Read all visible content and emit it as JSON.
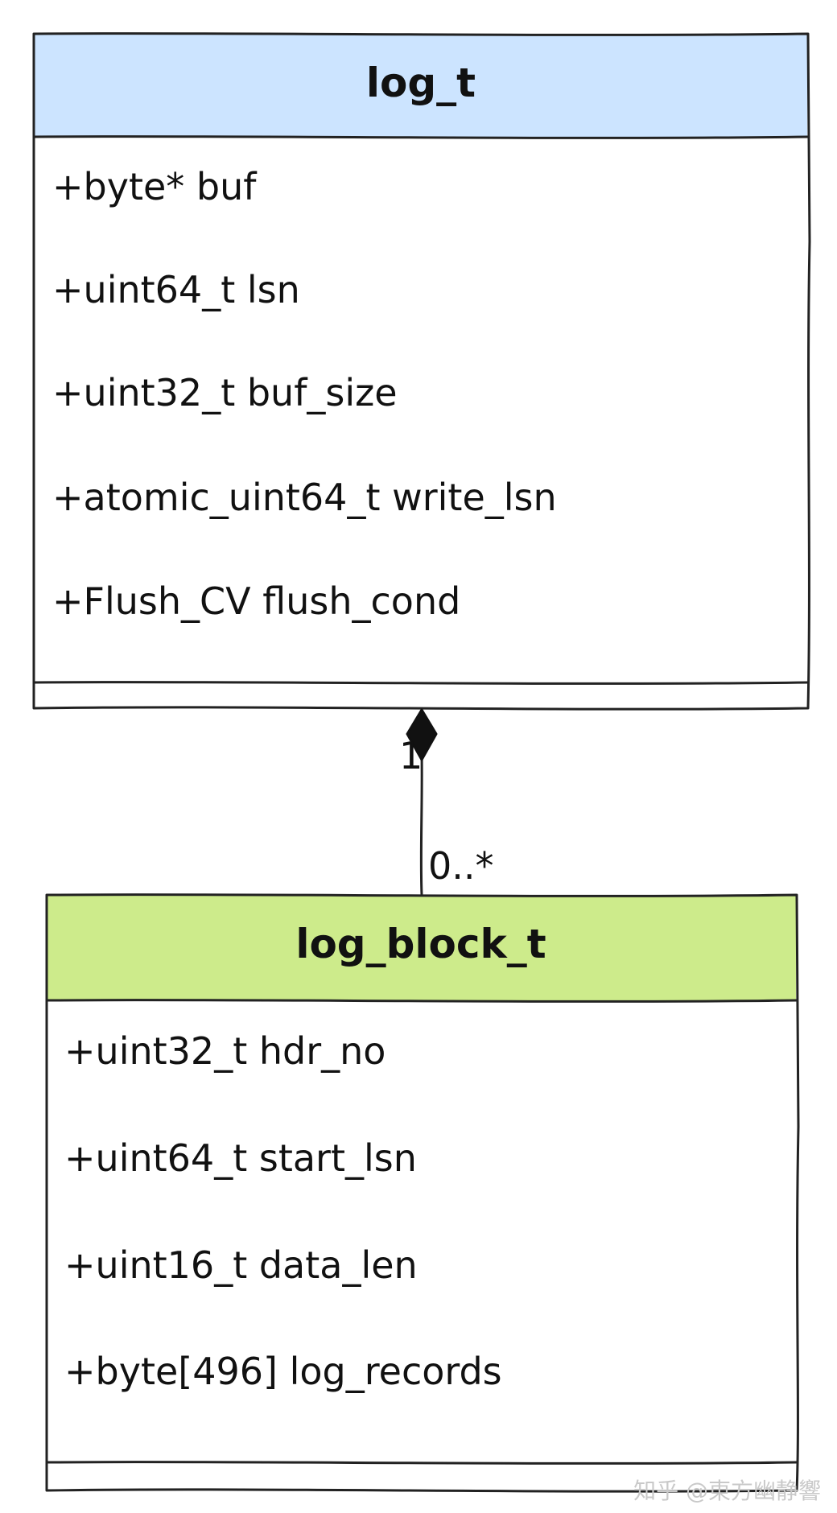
{
  "classes": {
    "log_t": {
      "name": "log_t",
      "header_color": "#cce4ff",
      "attributes": [
        "+byte* buf",
        "+uint64_t lsn",
        "+uint32_t buf_size",
        "+atomic_uint64_t write_lsn",
        "+Flush_CV flush_cond"
      ]
    },
    "log_block_t": {
      "name": "log_block_t",
      "header_color": "#cdeb8b",
      "attributes": [
        "+uint32_t hdr_no",
        "+uint64_t start_lsn",
        "+uint16_t data_len",
        "+byte[496] log_records"
      ]
    }
  },
  "relation": {
    "type": "composition",
    "owner_multiplicity": "1",
    "part_multiplicity": "0..*"
  },
  "watermark": "知乎 @東方幽静響"
}
